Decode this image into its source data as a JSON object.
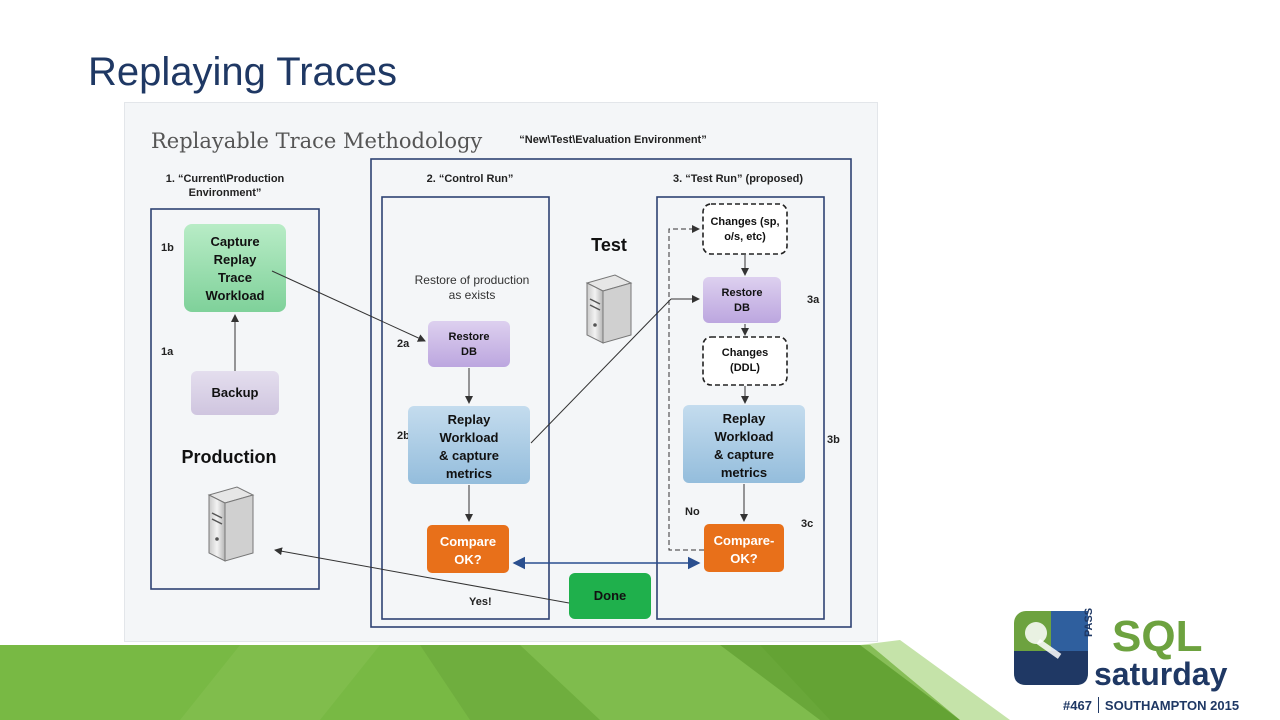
{
  "slide": {
    "title": "Replaying Traces"
  },
  "diagram": {
    "heading": "Replayable Trace Methodology",
    "env_label": "“New\\Test\\Evaluation Environment”",
    "section1_line1": "1. “Current\\Production",
    "section1_line2": "Environment”",
    "section2": "2. “Control Run”",
    "section3": "3. “Test Run” (proposed)",
    "capture": [
      "Capture",
      "Replay",
      "Trace",
      "Workload"
    ],
    "backup": "Backup",
    "production": "Production",
    "test": "Test",
    "restore_note": [
      "Restore of production",
      "as exists"
    ],
    "restore_db": [
      "Restore",
      "DB"
    ],
    "replay": [
      "Replay",
      "Workload",
      "& capture",
      "metrics"
    ],
    "compare2": [
      "Compare",
      "OK?"
    ],
    "compare3": [
      "Compare-",
      "OK?"
    ],
    "changes1": [
      "Changes (sp,",
      "o/s, etc)"
    ],
    "changes2": [
      "Changes",
      "(DDL)"
    ],
    "done": "Done",
    "yes": "Yes!",
    "no": "No",
    "steps": {
      "s1a": "1a",
      "s1b": "1b",
      "s2a": "2a",
      "s2b": "2b",
      "s3a": "3a",
      "s3b": "3b",
      "s3c": "3c"
    }
  },
  "logo": {
    "pass": "PASS",
    "sql": "SQL",
    "saturday": "saturday",
    "event": "#467",
    "city": "SOUTHAMPTON 2015"
  },
  "colors": {
    "title": "#1f3864",
    "green_box": "#8fd9a8",
    "purple_box": "#c9b6e4",
    "blue_box": "#a9c9e3",
    "orange_box": "#e8701a",
    "done_green": "#1fb04c",
    "band_green": "#7ab648"
  }
}
